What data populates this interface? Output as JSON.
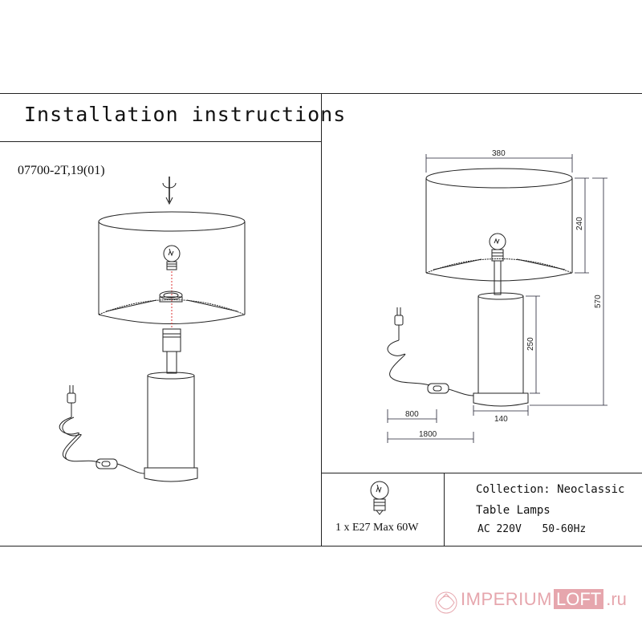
{
  "header": {
    "title": "Installation instructions"
  },
  "product": {
    "model": "07700-2T,19(01)"
  },
  "dimensions": {
    "shade_width": "380",
    "shade_height": "240",
    "total_height": "570",
    "base_height": "250",
    "base_width": "140",
    "cord_to_switch": "800",
    "cord_total": "1800"
  },
  "bulb": {
    "spec": "1 x E27 Max 60W"
  },
  "info": {
    "collection": "Collection: Neoclassic",
    "category": "Table Lamps",
    "voltage": "AC 220V",
    "frequency": "50-60Hz"
  },
  "watermark": {
    "brand_a": "IMPERIUM",
    "brand_b": "LOFT",
    "tld": ".ru"
  }
}
